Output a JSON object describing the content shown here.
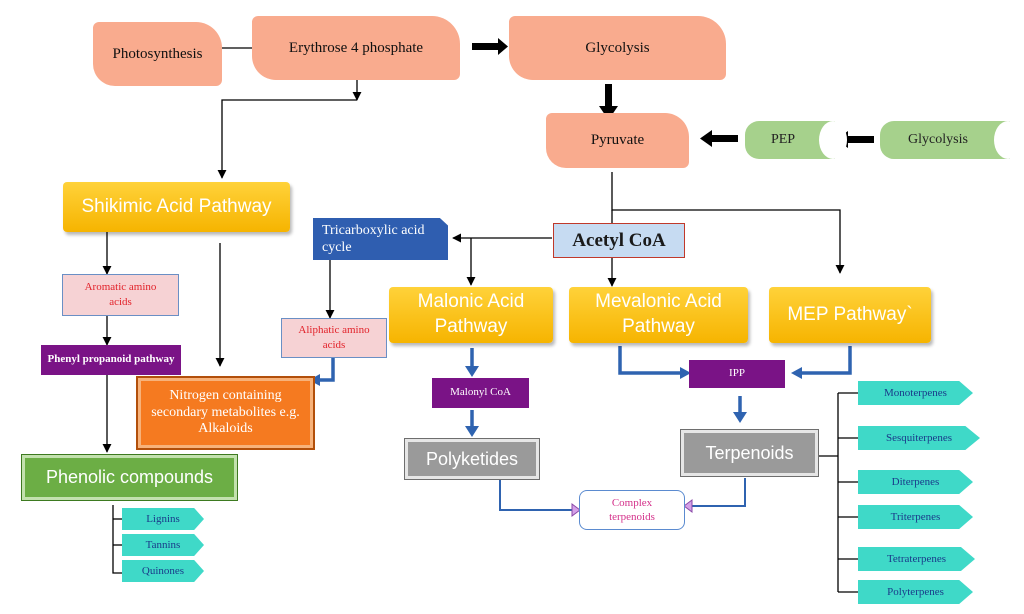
{
  "nodes": {
    "photosynthesis": "Photosynthesis",
    "erythrose": "Erythrose  4 phosphate",
    "glycolysis_top": "Glycolysis",
    "pyruvate": "Pyruvate",
    "pep": "PEP",
    "glycolysis_right": "Glycolysis",
    "shikimic": "Shikimic Acid Pathway",
    "tca": "Tricarboxylic acid cycle",
    "acetyl_coa": "Acetyl CoA",
    "aromatic_amino": "Aromatic amino acids",
    "phenyl_propanoid": "Phenyl propanoid pathway",
    "aliphatic_amino": "Aliphatic amino acids",
    "malonic": "Malonic Acid Pathway",
    "mevalonic": "Mevalonic Acid Pathway",
    "mep": "MEP Pathway`",
    "nitrogen": "Nitrogen containing secondary metabolites e.g. Alkaloids",
    "malonyl_coa": "Malonyl CoA",
    "ipp": "IPP",
    "polyketides": "Polyketides",
    "terpenoids": "Terpenoids",
    "phenolic": "Phenolic compounds",
    "complex_terpenoids": "Complex terpenoids"
  },
  "phenolic_products": [
    "Lignins",
    "Tannins",
    "Quinones"
  ],
  "terpene_classes": [
    "Monoterpenes",
    "Sesquiterpenes",
    "Diterpenes",
    "Triterpenes",
    "Tetraterpenes",
    "Polyterpenes"
  ],
  "colors": {
    "ribbon": "#f9ab8e",
    "pathway_gold": "#f6b400",
    "pep_green": "#a6d18c",
    "acetyl_blue": "#c6dbf2",
    "tca_blue": "#2f5eb0",
    "amino_pink": "#f6d2d4",
    "purple": "#7a1386",
    "nitrogen_orange": "#f57a20",
    "grey": "#9a9a9a",
    "phenolic_green": "#6cae45",
    "teal": "#3fd9c8",
    "arrow_blue": "#2f63b0"
  }
}
